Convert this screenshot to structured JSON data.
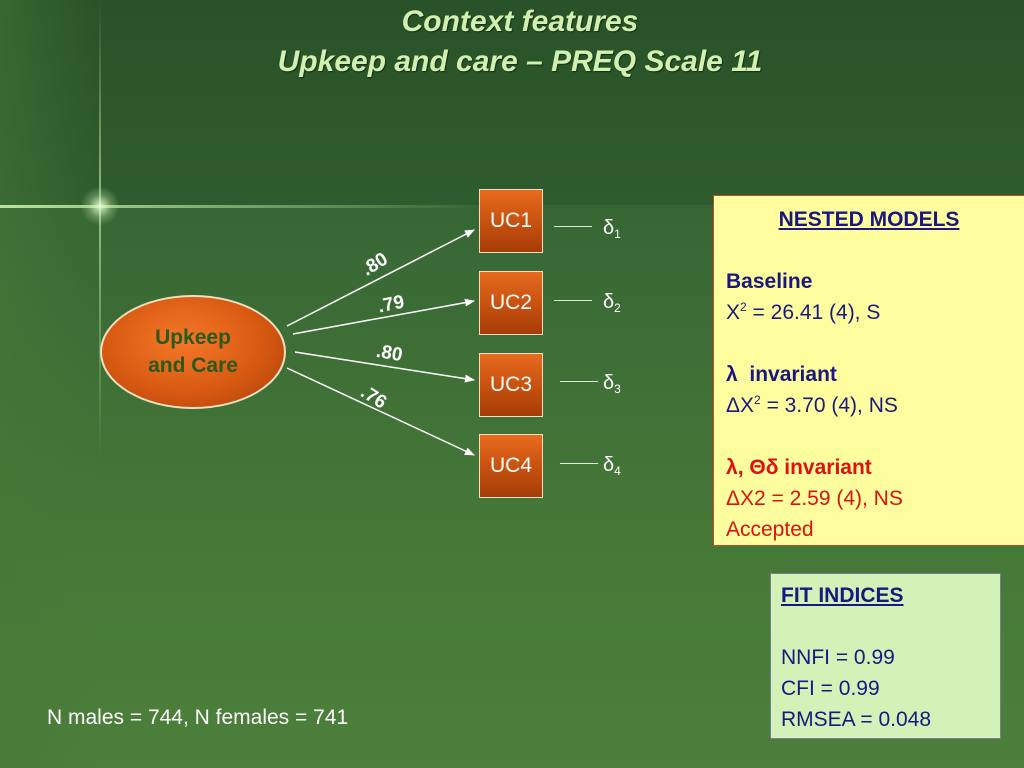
{
  "title": {
    "line1": "Context  features",
    "line2": "Upkeep and care – PREQ Scale 11"
  },
  "factor": {
    "line1": "Upkeep",
    "line2": "and Care"
  },
  "indicators": [
    {
      "label": "UC1",
      "error": "δ",
      "error_sub": "1",
      "loading": ".80"
    },
    {
      "label": "UC2",
      "error": "δ",
      "error_sub": "2",
      "loading": ".79"
    },
    {
      "label": "UC3",
      "error": "δ",
      "error_sub": "3",
      "loading": ".80"
    },
    {
      "label": "UC4",
      "error": "δ",
      "error_sub": "4",
      "loading": ".76"
    }
  ],
  "nested": {
    "header": "NESTED MODELS",
    "baseline_label": "Baseline",
    "baseline_stat_pre": "X",
    "baseline_stat_sup": "2",
    "baseline_stat_post": " = 26.41 (4), S",
    "inv1_symbol": "λ",
    "inv1_label": "  invariant",
    "inv1_stat_pre": "ΔX",
    "inv1_stat_sup": "2",
    "inv1_stat_post": " = 3.70 (4), NS",
    "inv2_symbol": "λ",
    "inv2_label": ", Θδ invariant",
    "inv2_stat": "ΔX2 = 2.59 (4), NS",
    "inv2_result": "Accepted"
  },
  "fit": {
    "header": "FIT INDICES",
    "nnfi": "NNFI = 0.99",
    "cfi": "CFI = 0.99",
    "rmsea": "RMSEA = 0.048"
  },
  "sample": "N males = 744, N females = 741",
  "colors": {
    "background": "#3a6a35",
    "factor_fill": "#e0631a",
    "nested_bg": "#fffe9e",
    "fit_bg": "#d2f2b8",
    "accent_red": "#e01010",
    "text_navy": "#1a1880"
  }
}
